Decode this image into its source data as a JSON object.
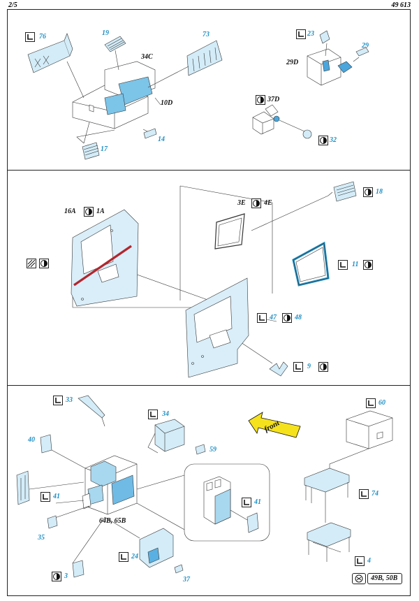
{
  "header": {
    "page": "2/5",
    "code": "49 613"
  },
  "labels": {
    "p76": "76",
    "p19": "19",
    "p73": "73",
    "k34c": "34C",
    "k10d": "10D",
    "p17": "17",
    "p14": "14",
    "p23": "23",
    "k29d": "29D",
    "p29": "29",
    "k37d": "37D",
    "p32": "32",
    "k16a": "16A",
    "k1a": "1A",
    "k3e": "3E",
    "k4e": "4E",
    "p18": "18",
    "p11": "11",
    "p47": "47",
    "p48": "48",
    "p9": "9",
    "p33": "33",
    "p34": "34",
    "p40": "40",
    "p59": "59",
    "p41a": "41",
    "p41b": "41",
    "p35": "35",
    "k64b": "64B, 65B",
    "p24": "24",
    "p3": "3",
    "p37": "37",
    "front": "front",
    "p60": "60",
    "p74": "74",
    "p4": "4",
    "k49b": "49B, 50B"
  },
  "icons": {
    "bend": "bend-icon",
    "round": "round-bend-icon",
    "hatch": "hatched-part-icon",
    "sponge": "cutout-icon"
  },
  "colors": {
    "part_blue": "#a8d8ef",
    "label_blue": "#1f8fc4",
    "strip_red": "#b3262d",
    "arrow_yellow": "#f6e21c"
  }
}
